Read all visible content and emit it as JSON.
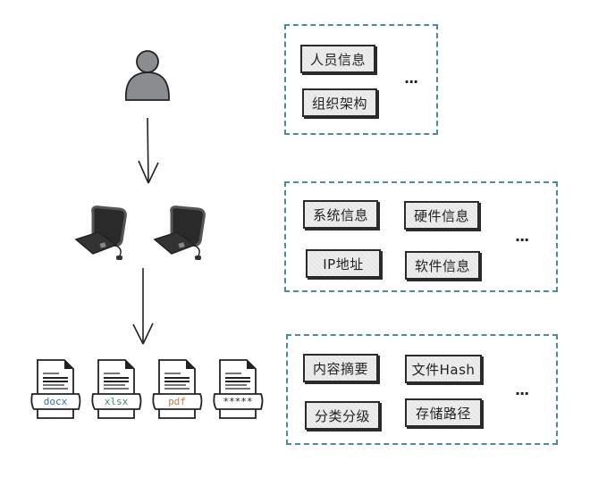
{
  "left_column": {
    "person_icon": "person-icon",
    "computer_icons": [
      "computer-icon",
      "computer-icon"
    ],
    "files": [
      {
        "label": "docx",
        "color": "#2e6fa8"
      },
      {
        "label": "xlsx",
        "color": "#3a8a74"
      },
      {
        "label": "pdf",
        "color": "#d07a3a"
      },
      {
        "label": "*****",
        "color": "#222222"
      }
    ]
  },
  "groups": [
    {
      "name": "person-info",
      "labels": [
        "人员信息",
        "组织架构"
      ],
      "ellipsis": "..."
    },
    {
      "name": "device-info",
      "labels": [
        "系统信息",
        "硬件信息",
        "IP地址",
        "软件信息"
      ],
      "ellipsis": "..."
    },
    {
      "name": "file-info",
      "labels": [
        "内容摘要",
        "文件Hash",
        "分类分级",
        "存储路径"
      ],
      "ellipsis": "..."
    }
  ],
  "colors": {
    "dash_border": "#4a8d96",
    "icon_gray": "#8a8d90",
    "label_bg": "#ececec"
  }
}
